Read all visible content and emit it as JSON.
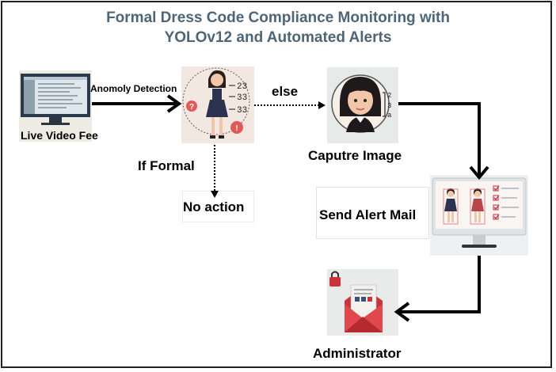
{
  "title": {
    "line1": "Formal Dress Code Compliance Monitoring with",
    "line2": "YOLOv12 and Automated Alerts"
  },
  "nodes": {
    "live_video": "Live Video Fee",
    "capture": "Caputre Image",
    "send_alert": "Send Alert Mail",
    "administrator": "Administrator",
    "no_action": "No action"
  },
  "edges": {
    "anomoly": "Anomoly Detection",
    "else": "else",
    "if_formal": "If Formal"
  },
  "detector_numbers": [
    "23",
    "33",
    "33"
  ],
  "portrait_marks": [
    "2",
    "3",
    "a"
  ]
}
